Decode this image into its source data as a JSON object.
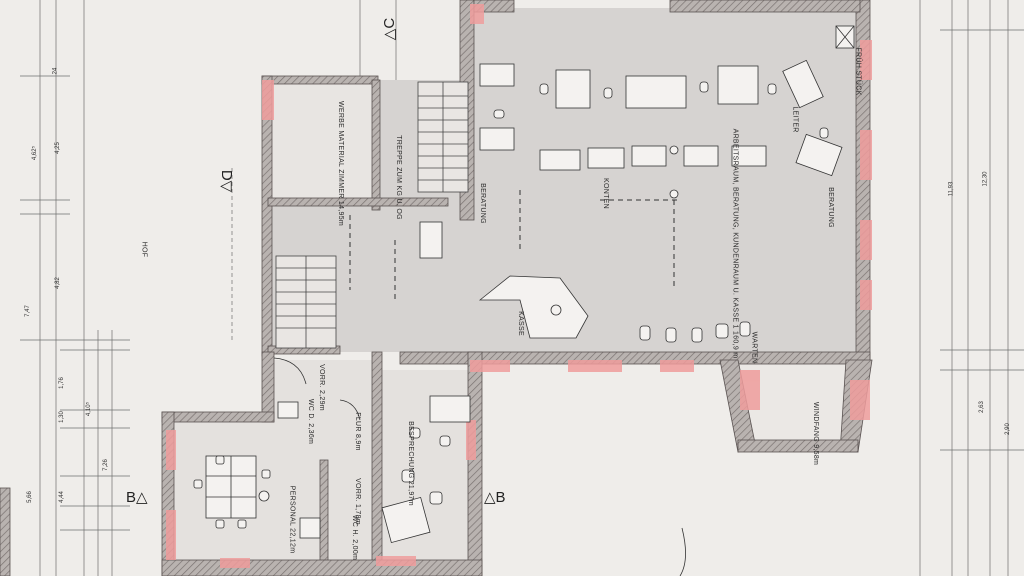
{
  "colors": {
    "paper": "#efedea",
    "floor": "#d6d3d1",
    "wall": "#6b6563",
    "wall_hatch": "#e9a3a3",
    "line": "#3a3a3a",
    "furniture": "#f4f2f0"
  },
  "sections": {
    "c": "△C",
    "d": "D▽",
    "b_left": "B△",
    "b_right": "△B"
  },
  "rooms": {
    "werbe_material": "WERBE MATERIAL ZIMMER 14,95m",
    "treppe": "TREPPE ZUM KG U. OG",
    "hof": "HOF",
    "arbeitsraum": "ARBEITSRAUM, BERATUNG, KUNDENRAUM U. KASSE 1 160,9 m",
    "kasse": "KASSE",
    "konten": "KONTEN",
    "beratung_left": "BERATUNG",
    "leiter": "LEITER",
    "beratung_right": "BERATUNG",
    "wc_vorr_top": "VORR. 2,29m",
    "wc_d": "WC D. 2,36m",
    "flur": "FLUR 8,9m",
    "vorr_bottom": "VORR. 1,79m",
    "wc_h": "WC H. 2,00m",
    "personal": "PERSONAL 22,12m",
    "besprechung": "BESPRECHUNG 21,97m",
    "windfang": "WINDFANG 9,58m",
    "warten": "WARTEN",
    "fruehstueck": "FRÜH STÜCK"
  },
  "dimensions": {
    "left": [
      "4,62⁵",
      "4,25",
      "4,82",
      "7,47",
      "5,66",
      "1,76",
      "4,10⁵",
      "1,30",
      "4,44",
      "7,26"
    ],
    "right": [
      "11,93",
      "12,30",
      "2,63",
      "2,90"
    ],
    "top_left": "24"
  }
}
